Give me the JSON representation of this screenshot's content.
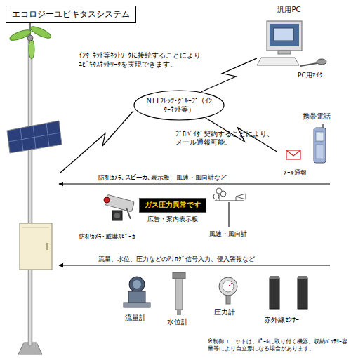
{
  "diagram": {
    "title": "エコロジーユビキタスシステム",
    "nodes": [
      {
        "text": [
          "汎用PC"
        ]
      },
      {
        "text": [
          "NTTﾌﾚｯﾂ・ｸﾞﾙｰﾌﾟ （ｲﾝﾀｰﾈｯﾄ等）"
        ]
      },
      {
        "text": [
          "携帯電話"
        ]
      },
      {
        "text": [
          "ﾒｰﾙ通報"
        ]
      },
      {
        "text": [
          "ガス圧力異常です",
          "広告・案内表示板"
        ]
      }
    ],
    "edges": [
      {
        "from": 1,
        "to": 0,
        "arrow": "none"
      },
      {
        "from": 1,
        "to": 3,
        "arrow": "none"
      }
    ],
    "labels": [
      "ｲﾝﾀｰﾈｯﾄ等ﾈｯﾄﾜｰｸに接続することにより ﾕﾋﾞｷﾀｽﾈｯﾄﾜｰｸを実現できます。",
      "PC用ﾏｲｸ",
      "ﾌﾟﾛﾊﾞｲﾀﾞ契約することにより、メール通報可能。",
      "防犯ｶﾒﾗ、スピーカ、表示板、風速・風向計など",
      "防犯ｶﾒﾗ・威嚇ｽﾋﾟｰｶ",
      "風速・風向計",
      "流量、水位、圧力などのｱﾅﾛｸﾞ信号入力、侵入警報など",
      "流量計",
      "水位計",
      "圧力計",
      "赤外線ｾﾝｻｰ",
      "※制御ユニットは、ﾎﾟｰﾙに取り付く機器、収納ﾊﾞｯﾃﾘｰ容量等により自立形になる場合があります。"
    ]
  }
}
